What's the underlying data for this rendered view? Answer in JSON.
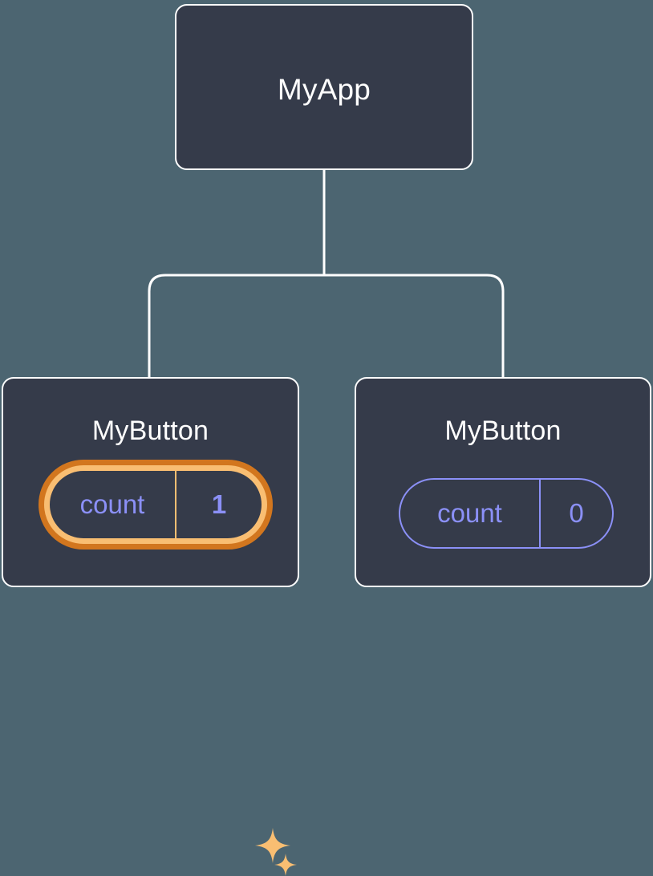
{
  "diagram": {
    "title": "Component tree with state change highlight",
    "background_color": "#4c6571",
    "node_fill": "#353b4a",
    "node_border": "#ffffff",
    "accent_highlight_outer": "#d2761e",
    "accent_highlight_inner": "#f9be72",
    "state_text_color": "#8b90f7"
  },
  "root": {
    "label": "MyApp"
  },
  "children": [
    {
      "label": "MyButton",
      "state": {
        "key": "count",
        "value": "1",
        "highlighted": true
      },
      "sparkles": [
        "sparkle-large-icon",
        "sparkle-small-icon"
      ]
    },
    {
      "label": "MyButton",
      "state": {
        "key": "count",
        "value": "0",
        "highlighted": false
      },
      "sparkles": []
    }
  ],
  "connectors": {
    "stem_from_root": "vertical",
    "branch_bar": "horizontal-rounded",
    "drops": 2,
    "stroke_color": "#ffffff"
  }
}
